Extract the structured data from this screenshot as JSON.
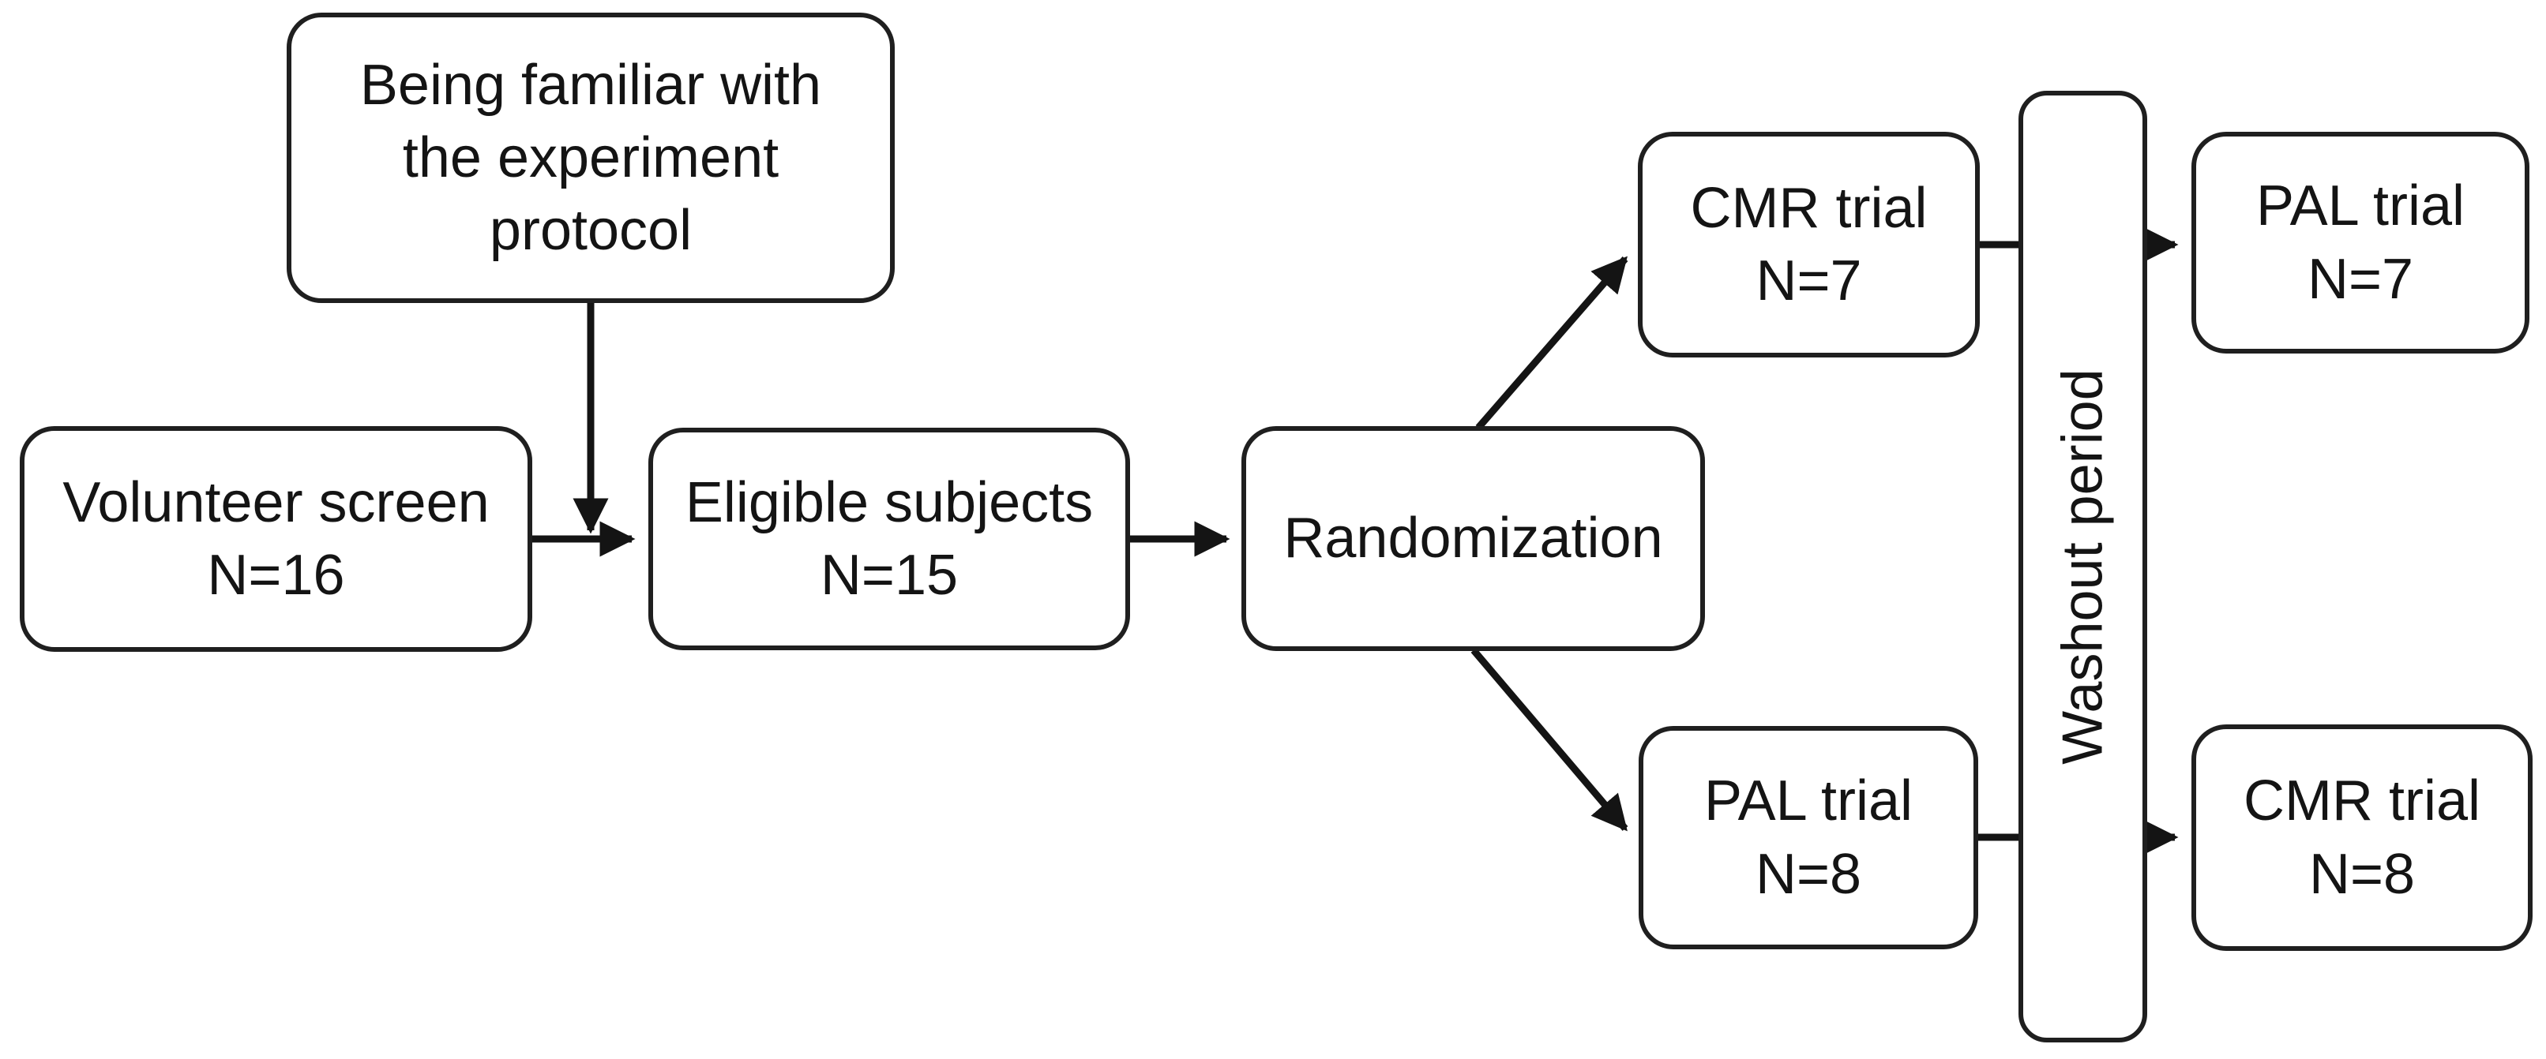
{
  "diagram": {
    "type": "flowchart",
    "background_color": "#ffffff",
    "line_color": "#141414",
    "text_color": "#141414",
    "nodes": {
      "familiar": {
        "lines": [
          "Being familiar with",
          "the experiment",
          "protocol"
        ]
      },
      "volunteer_screen": {
        "lines": [
          "Volunteer screen",
          "N=16"
        ]
      },
      "eligible_subjects": {
        "lines": [
          "Eligible subjects",
          "N=15"
        ]
      },
      "randomization": {
        "lines": [
          "Randomization"
        ]
      },
      "cmr_trial_first": {
        "lines": [
          "CMR trial",
          "N=7"
        ]
      },
      "pal_trial_first": {
        "lines": [
          "PAL trial",
          "N=8"
        ]
      },
      "washout": {
        "label": "Washout period"
      },
      "pal_trial_second": {
        "lines": [
          "PAL trial",
          "N=7"
        ]
      },
      "cmr_trial_second": {
        "lines": [
          "CMR trial",
          "N=8"
        ]
      }
    },
    "edges": [
      "familiar -> volunteer/eligible junction (down arrow)",
      "volunteer_screen -> eligible_subjects (right arrow)",
      "eligible_subjects -> randomization (right arrow)",
      "randomization -> cmr_trial_first (diagonal up arrow)",
      "randomization -> pal_trial_first (diagonal down arrow)",
      "cmr_trial_first -> washout (line)",
      "washout -> pal_trial_second (right arrow)",
      "pal_trial_first -> washout (line)",
      "washout -> cmr_trial_second (right arrow)"
    ]
  }
}
